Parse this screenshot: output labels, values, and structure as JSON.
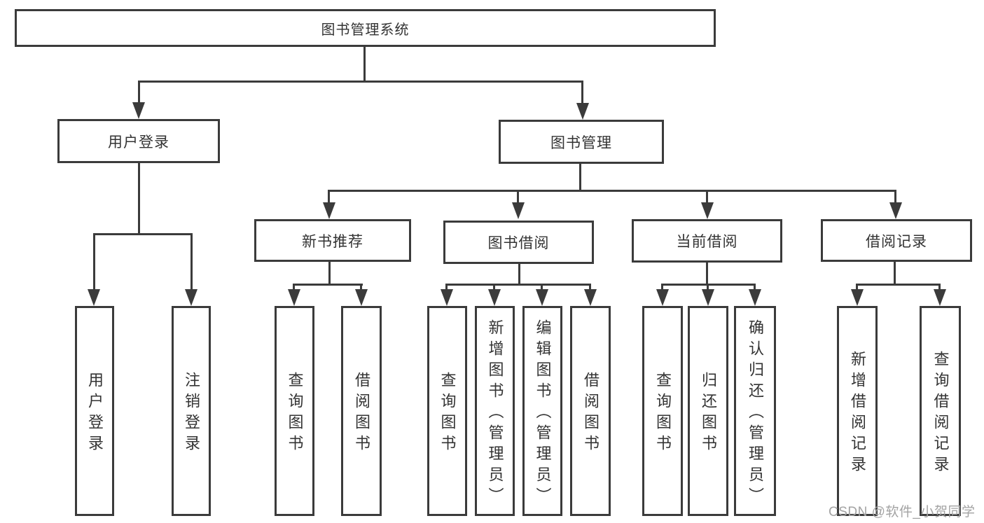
{
  "tree": {
    "root": "图书管理系统",
    "level2": [
      {
        "label": "用户登录",
        "children": [
          "用户登录",
          "注销登录"
        ]
      },
      {
        "label": "图书管理"
      }
    ],
    "level3": [
      {
        "label": "新书推荐",
        "children": [
          "查询图书",
          "借阅图书"
        ]
      },
      {
        "label": "图书借阅",
        "children": [
          "查询图书",
          "新增图书（管理员）",
          "编辑图书（管理员）",
          "借阅图书"
        ]
      },
      {
        "label": "当前借阅",
        "children": [
          "查询图书",
          "归还图书",
          "确认归还（管理员）"
        ]
      },
      {
        "label": "借阅记录",
        "children": [
          "新增借阅记录",
          "查询借阅记录"
        ]
      }
    ]
  },
  "watermark": {
    "text": "CSDN @软件_小贺同学"
  },
  "colors": {
    "line": "#3b3b3b",
    "text": "#333333",
    "watermark": "#a3a3a3"
  }
}
